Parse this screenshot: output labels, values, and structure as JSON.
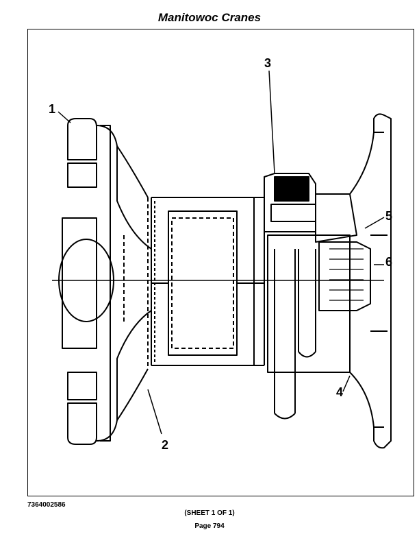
{
  "header": {
    "title": "Manitowoc Cranes"
  },
  "drawing": {
    "callouts": [
      "1",
      "2",
      "3",
      "4",
      "5",
      "6"
    ]
  },
  "footer": {
    "doc_number": "7364002586",
    "sheet": "(SHEET 1 OF 1)",
    "page": "Page 794"
  }
}
